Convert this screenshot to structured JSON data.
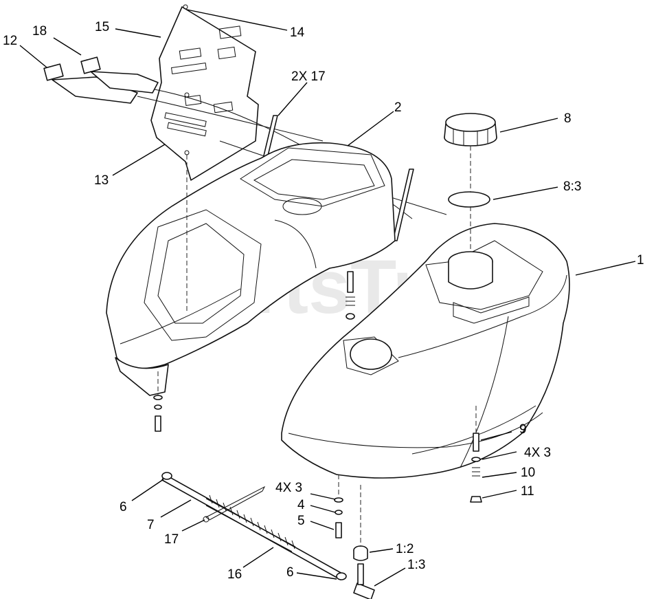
{
  "watermark": "PartsTree",
  "callouts": {
    "c1": "1",
    "c2": "2",
    "c2x17": "2X 17",
    "c4": "4",
    "c4x3a": "4X 3",
    "c4x3b": "4X 3",
    "c5": "5",
    "c6a": "6",
    "c6b": "6",
    "c7": "7",
    "c8": "8",
    "c83": "8:3",
    "c9": "9",
    "c10": "10",
    "c11": "11",
    "c12": "12",
    "c12b": "1:2",
    "c13": "13",
    "c13b": "1:3",
    "c14": "14",
    "c15": "15",
    "c16": "16",
    "c17": "17",
    "c18": "18"
  }
}
